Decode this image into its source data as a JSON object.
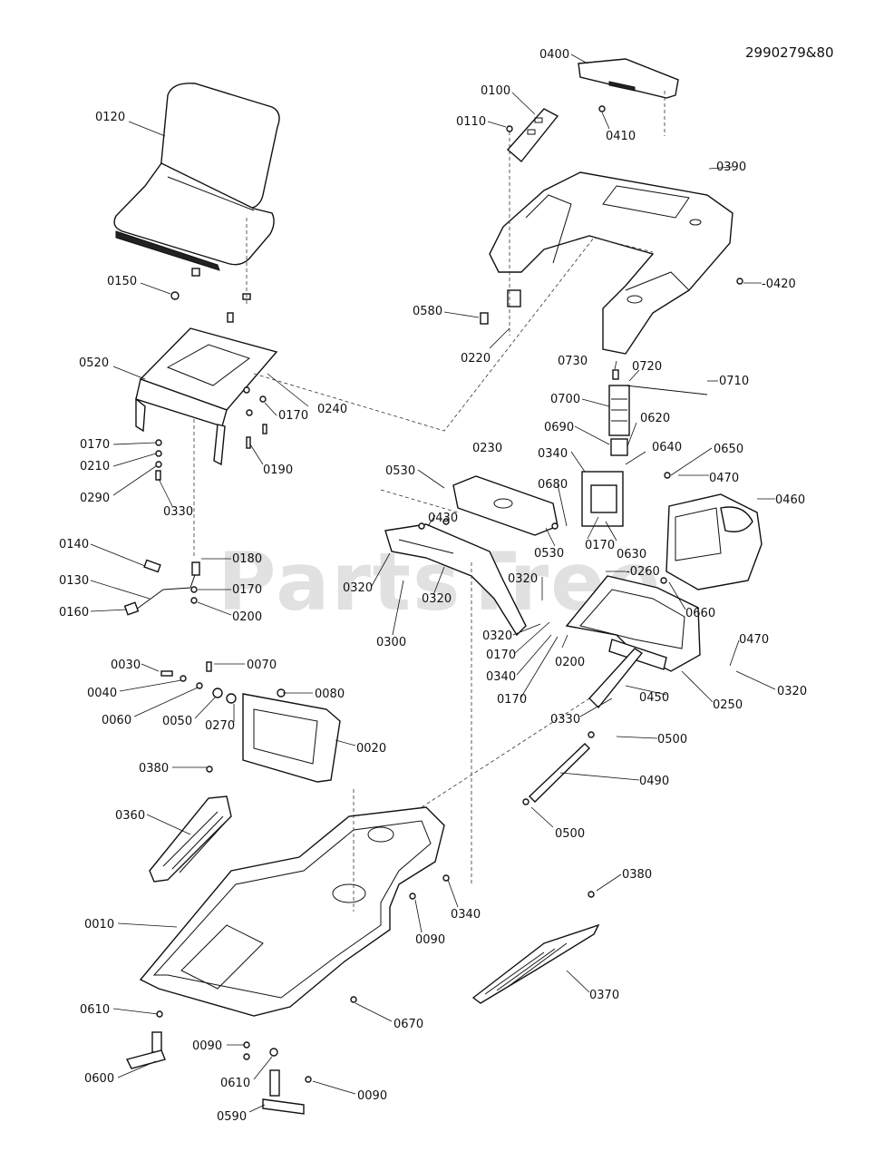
{
  "diagram": {
    "reference_number": "2990279&80",
    "watermark": "PartsTree",
    "callouts": [
      {
        "id": "c0120",
        "text": "0120"
      },
      {
        "id": "c0150",
        "text": "0150"
      },
      {
        "id": "c0520",
        "text": "0520"
      },
      {
        "id": "c0240",
        "text": "0240"
      },
      {
        "id": "c0170a",
        "text": "0170"
      },
      {
        "id": "c0170b",
        "text": "0170"
      },
      {
        "id": "c0210",
        "text": "0210"
      },
      {
        "id": "c0190",
        "text": "0190"
      },
      {
        "id": "c0290",
        "text": "0290"
      },
      {
        "id": "c0330a",
        "text": "0330"
      },
      {
        "id": "c0140",
        "text": "0140"
      },
      {
        "id": "c0180",
        "text": "0180"
      },
      {
        "id": "c0130",
        "text": "0130"
      },
      {
        "id": "c0170c",
        "text": "0170"
      },
      {
        "id": "c0160",
        "text": "0160"
      },
      {
        "id": "c0200a",
        "text": "0200"
      },
      {
        "id": "c0400",
        "text": "0400"
      },
      {
        "id": "c0100",
        "text": "0100"
      },
      {
        "id": "c0110",
        "text": "0110"
      },
      {
        "id": "c0410",
        "text": "0410"
      },
      {
        "id": "c0390",
        "text": "0390"
      },
      {
        "id": "c0420",
        "text": "-0420"
      },
      {
        "id": "c0580",
        "text": "0580"
      },
      {
        "id": "c0220",
        "text": "0220"
      },
      {
        "id": "c0730",
        "text": "0730"
      },
      {
        "id": "c0720",
        "text": "0720"
      },
      {
        "id": "c0710",
        "text": "0710"
      },
      {
        "id": "c0700",
        "text": "0700"
      },
      {
        "id": "c0690",
        "text": "0690"
      },
      {
        "id": "c0620",
        "text": "0620"
      },
      {
        "id": "c0230",
        "text": "0230"
      },
      {
        "id": "c0340a",
        "text": "0340"
      },
      {
        "id": "c0640",
        "text": "0640"
      },
      {
        "id": "c0650",
        "text": "0650"
      },
      {
        "id": "c0530a",
        "text": "0530"
      },
      {
        "id": "c0680",
        "text": "0680"
      },
      {
        "id": "c0470a",
        "text": "0470"
      },
      {
        "id": "c0460",
        "text": "0460"
      },
      {
        "id": "c0430",
        "text": "0430"
      },
      {
        "id": "c0530b",
        "text": "0530"
      },
      {
        "id": "c0170d",
        "text": "0170"
      },
      {
        "id": "c0630",
        "text": "0630"
      },
      {
        "id": "c0260",
        "text": "-0260"
      },
      {
        "id": "c0320a",
        "text": "0320"
      },
      {
        "id": "c0320b",
        "text": "0320"
      },
      {
        "id": "c0320c",
        "text": "0320"
      },
      {
        "id": "c0660",
        "text": "0660"
      },
      {
        "id": "c0300",
        "text": "0300"
      },
      {
        "id": "c0320d",
        "text": "0320"
      },
      {
        "id": "c0170e",
        "text": "0170"
      },
      {
        "id": "c0200b",
        "text": "0200"
      },
      {
        "id": "c0340b",
        "text": "0340"
      },
      {
        "id": "c0470b",
        "text": "0470"
      },
      {
        "id": "c0170f",
        "text": "0170"
      },
      {
        "id": "c0320e",
        "text": "0320"
      },
      {
        "id": "c0250",
        "text": "0250"
      },
      {
        "id": "c0450",
        "text": "0450"
      },
      {
        "id": "c0330b",
        "text": "0330"
      },
      {
        "id": "c0500a",
        "text": "0500"
      },
      {
        "id": "c0490",
        "text": "0490"
      },
      {
        "id": "c0500b",
        "text": "0500"
      },
      {
        "id": "c0030",
        "text": "0030"
      },
      {
        "id": "c0070",
        "text": "0070"
      },
      {
        "id": "c0040",
        "text": "0040"
      },
      {
        "id": "c0080",
        "text": "0080"
      },
      {
        "id": "c0060",
        "text": "0060"
      },
      {
        "id": "c0050",
        "text": "0050"
      },
      {
        "id": "c0270",
        "text": "0270"
      },
      {
        "id": "c0020",
        "text": "0020"
      },
      {
        "id": "c0380a",
        "text": "0380"
      },
      {
        "id": "c0360",
        "text": "0360"
      },
      {
        "id": "c0380b",
        "text": "0380"
      },
      {
        "id": "c0340c",
        "text": "0340"
      },
      {
        "id": "c0010",
        "text": "0010"
      },
      {
        "id": "c0090a",
        "text": "0090"
      },
      {
        "id": "c0370",
        "text": "0370"
      },
      {
        "id": "c0670",
        "text": "0670"
      },
      {
        "id": "c0610a",
        "text": "0610"
      },
      {
        "id": "c0090b",
        "text": "0090"
      },
      {
        "id": "c0600",
        "text": "0600"
      },
      {
        "id": "c0610b",
        "text": "0610"
      },
      {
        "id": "c0090c",
        "text": "0090"
      },
      {
        "id": "c0590",
        "text": "0590"
      }
    ]
  }
}
